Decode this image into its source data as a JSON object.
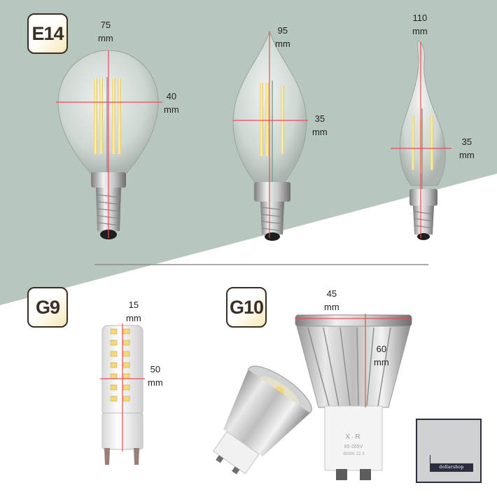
{
  "sections": {
    "e14": {
      "label": "E14"
    },
    "g9": {
      "label": "G9"
    },
    "g10": {
      "label": "G10"
    }
  },
  "dimensions": {
    "e14_round_height": "75\nmm",
    "e14_round_width": "40\nmm",
    "e14_candle_height": "95\nmm",
    "e14_candle_width": "35\nmm",
    "e14_flame_height": "110\nmm",
    "e14_flame_width": "35\nmm",
    "g9_width": "15\nmm",
    "g9_height": "50\nmm",
    "g10_width": "45\nmm",
    "g10_height": "60\nmm"
  },
  "product_print": {
    "brand": "X·R",
    "voltage": "85-265V",
    "spec": "3000K 22 3"
  },
  "logo": {
    "text": "dollarshop"
  },
  "colors": {
    "sage": "#b8c7bd",
    "measure_line": "#e25050",
    "badge_border": "#3a2f26",
    "badge_glow": "#f6e7b5",
    "logo_navy": "#2a2e3f"
  }
}
